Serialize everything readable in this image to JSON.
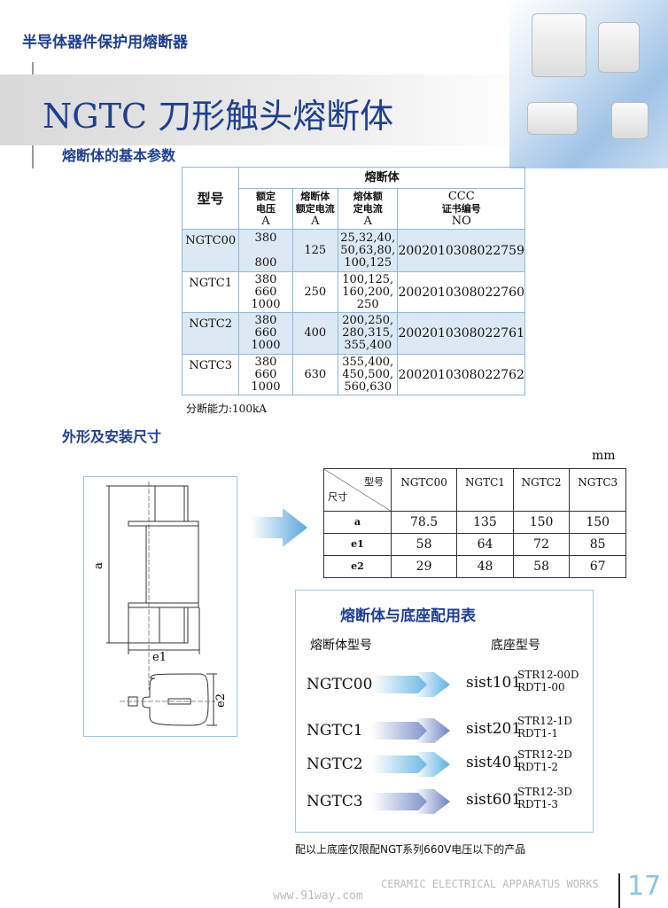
{
  "header": {
    "section": "半导体器件保护用熔断器",
    "title": "NGTC 刀形触头熔断体"
  },
  "params": {
    "heading": "熔断体的基本参数",
    "col_model": "型号",
    "group": "熔断体",
    "col_voltage": [
      "额定",
      "电压",
      "A"
    ],
    "col_rated_current": [
      "熔断体",
      "额定电流",
      "A"
    ],
    "col_element_current": [
      "熔体额",
      "定电流",
      "A"
    ],
    "col_ccc": [
      "CCC",
      "证书编号",
      "NO"
    ],
    "rows": [
      {
        "model": "NGTC00",
        "voltage": [
          "380",
          "",
          "800"
        ],
        "rated": "125",
        "element": [
          "25,32,40,",
          "50,63,80,",
          "100,125"
        ],
        "ccc": "2002010308022759"
      },
      {
        "model": "NGTC1",
        "voltage": [
          "380",
          "660",
          "1000"
        ],
        "rated": "250",
        "element": [
          "100,125,",
          "160,200,",
          "250"
        ],
        "ccc": "2002010308022760"
      },
      {
        "model": "NGTC2",
        "voltage": [
          "380",
          "660",
          "1000"
        ],
        "rated": "400",
        "element": [
          "200,250,",
          "280,315,",
          "355,400"
        ],
        "ccc": "2002010308022761"
      },
      {
        "model": "NGTC3",
        "voltage": [
          "380",
          "660",
          "1000"
        ],
        "rated": "630",
        "element": [
          "355,400,",
          "450,500,",
          "560,630"
        ],
        "ccc": "2002010308022762"
      }
    ],
    "breaking": "分断能力:100kA"
  },
  "dims": {
    "heading": "外形及安装尺寸",
    "unit": "mm",
    "corner_top": "型号",
    "corner_bottom": "尺寸",
    "models": [
      "NGTC00",
      "NGTC1",
      "NGTC2",
      "NGTC3"
    ],
    "rows": [
      {
        "label": "a",
        "values": [
          "78.5",
          "135",
          "150",
          "150"
        ]
      },
      {
        "label": "e1",
        "values": [
          "58",
          "64",
          "72",
          "85"
        ]
      },
      {
        "label": "e2",
        "values": [
          "29",
          "48",
          "58",
          "67"
        ]
      }
    ],
    "drawing_labels": {
      "a": "a",
      "e1": "e1",
      "e2": "e2"
    }
  },
  "match": {
    "title": "熔断体与底座配用表",
    "col_left": "熔断体型号",
    "col_right": "底座型号",
    "rows": [
      {
        "fuse": "NGTC00",
        "base": "sist101",
        "alt1": "STR12-00D",
        "alt2": "RDT1-00"
      },
      {
        "fuse": "NGTC1",
        "base": "sist201",
        "alt1": "STR12-1D",
        "alt2": "RDT1-1"
      },
      {
        "fuse": "NGTC2",
        "base": "sist401",
        "alt1": "STR12-2D",
        "alt2": "RDT1-2"
      },
      {
        "fuse": "NGTC3",
        "base": "sist601",
        "alt1": "STR12-3D",
        "alt2": "RDT1-3"
      }
    ],
    "note": "配以上底座仅限配NGT系列660V电压以下的产品"
  },
  "footer": {
    "company": "CERAMIC ELECTRICAL APPARATUS WORKS",
    "page": "17",
    "watermark": "www.91way.com"
  }
}
